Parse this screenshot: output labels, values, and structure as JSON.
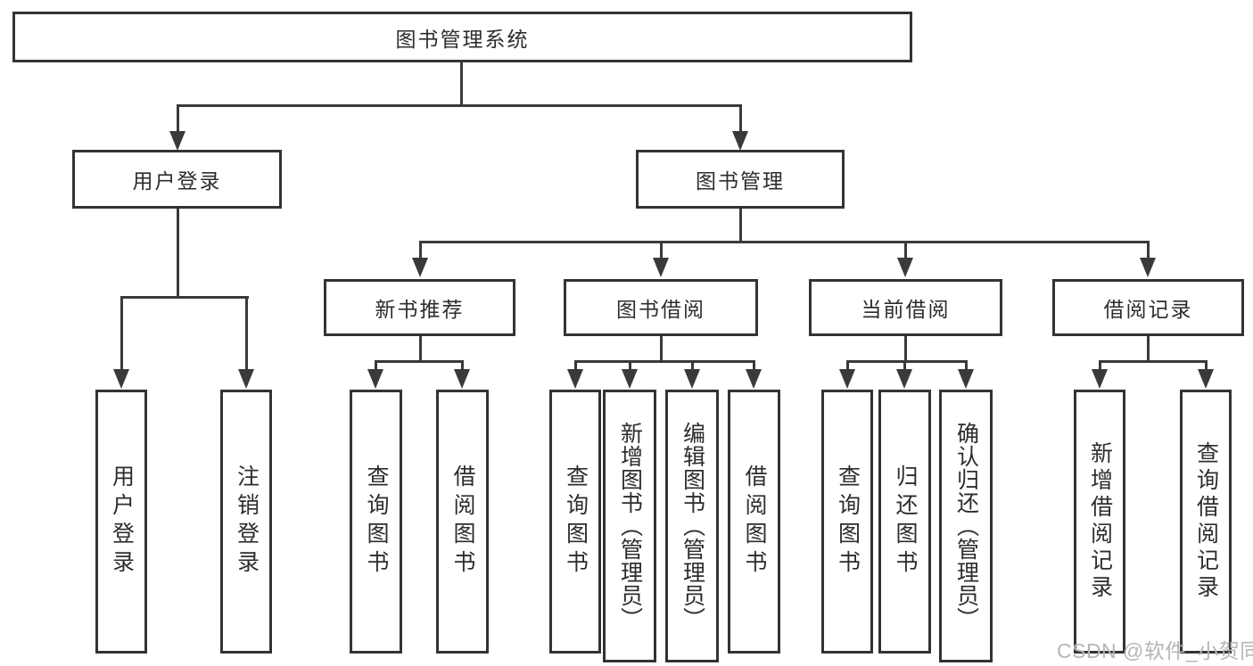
{
  "diagram": {
    "root": {
      "label": "图书管理系统"
    },
    "level2": {
      "user_login": {
        "label": "用户登录"
      },
      "book_management": {
        "label": "图书管理"
      }
    },
    "level3": {
      "new_book_recommend": {
        "label": "新书推荐"
      },
      "book_borrowing": {
        "label": "图书借阅"
      },
      "current_borrowing": {
        "label": "当前借阅"
      },
      "borrowing_records": {
        "label": "借阅记录"
      }
    },
    "leaves": {
      "user_login": {
        "label": "用户登录"
      },
      "logout": {
        "label": "注销登录"
      },
      "recommend_query_books": {
        "label": "查询图书"
      },
      "recommend_borrow_books": {
        "label": "借阅图书"
      },
      "borrow_query_books": {
        "label": "查询图书"
      },
      "borrow_add_books_admin": {
        "label": "新增图书（管理员）"
      },
      "borrow_edit_books_admin": {
        "label": "编辑图书（管理员）"
      },
      "borrow_borrow_books": {
        "label": "借阅图书"
      },
      "current_query_books": {
        "label": "查询图书"
      },
      "current_return_books": {
        "label": "归还图书"
      },
      "current_confirm_return_admin": {
        "label": "确认归还（管理员）"
      },
      "records_add_record": {
        "label": "新增借阅记录"
      },
      "records_query_record": {
        "label": "查询借阅记录"
      }
    }
  },
  "watermark": {
    "text": "CSDN @软件_小贺同学"
  },
  "colors": {
    "line": "#3a3a3a",
    "box_border": "#333333",
    "box_background": "#ffffff",
    "text": "#2d2d2d",
    "watermark": "#b6b6b6",
    "page_background": "#ffffff"
  }
}
